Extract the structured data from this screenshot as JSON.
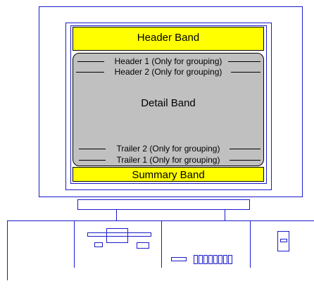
{
  "diagram": {
    "header_band": "Header Band",
    "group_header_1": "Header 1 (Only for grouping)",
    "group_header_2": "Header 2 (Only for grouping)",
    "detail_band": "Detail Band",
    "group_trailer_2": "Trailer 2 (Only for grouping)",
    "group_trailer_1": "Trailer 1 (Only for grouping)",
    "summary_band": "Summary Band"
  },
  "colors": {
    "outline": "#1a1acc",
    "band_fill": "#ffff00",
    "detail_fill": "#c0c0c0",
    "text": "#000000"
  }
}
